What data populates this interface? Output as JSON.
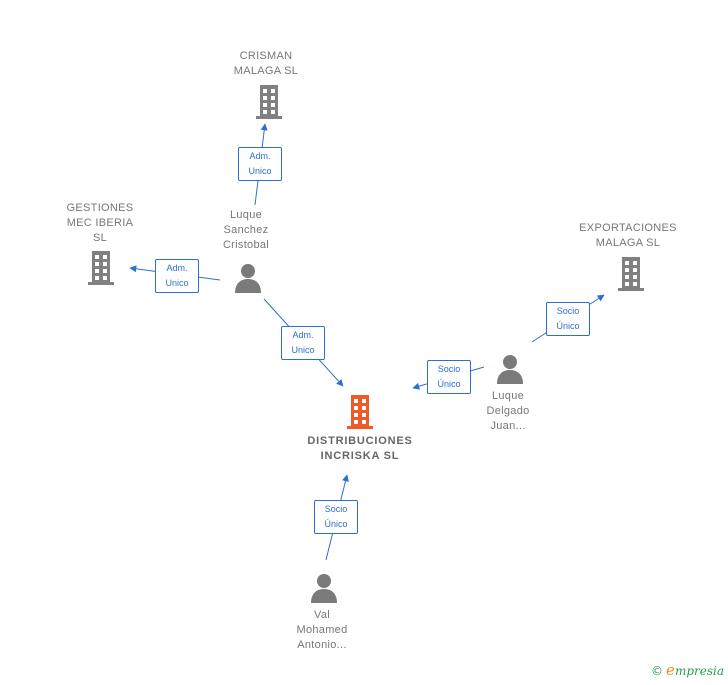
{
  "colors": {
    "edge": "#2d6fcf",
    "building": "#808080",
    "building_focus": "#f05a28",
    "person": "#7a7a7a",
    "text": "#777777"
  },
  "nodes": {
    "crisman": {
      "label": "CRISMAN\nMALAGA  SL",
      "icon": "building-icon"
    },
    "gestiones": {
      "label": "GESTIONES\nMEC IBERIA\nSL",
      "icon": "building-icon"
    },
    "exportaciones": {
      "label": "EXPORTACIONES\nMALAGA  SL",
      "icon": "building-icon"
    },
    "distribuciones": {
      "label": "DISTRIBUCIONES\nINCRISKA  SL",
      "icon": "building-icon"
    },
    "luque_sanchez": {
      "label": "Luque\nSanchez\nCristobal",
      "icon": "person-icon"
    },
    "luque_delgado": {
      "label": "Luque\nDelgado\nJuan...",
      "icon": "person-icon"
    },
    "val_mohamed": {
      "label": "Val\nMohamed\nAntonio...",
      "icon": "person-icon"
    }
  },
  "edges": {
    "luque_to_crisman": "Adm.\nUnico",
    "luque_to_gestiones": "Adm.\nUnico",
    "luque_to_distribuciones": "Adm.\nUnico",
    "delgado_to_distribuciones": "Socio\nÚnico",
    "delgado_to_exportaciones": "Socio\nÚnico",
    "val_to_distribuciones": "Socio\nÚnico"
  },
  "footer": {
    "copyright": "©",
    "brand_initial": "e",
    "brand_rest": "mpresia"
  }
}
